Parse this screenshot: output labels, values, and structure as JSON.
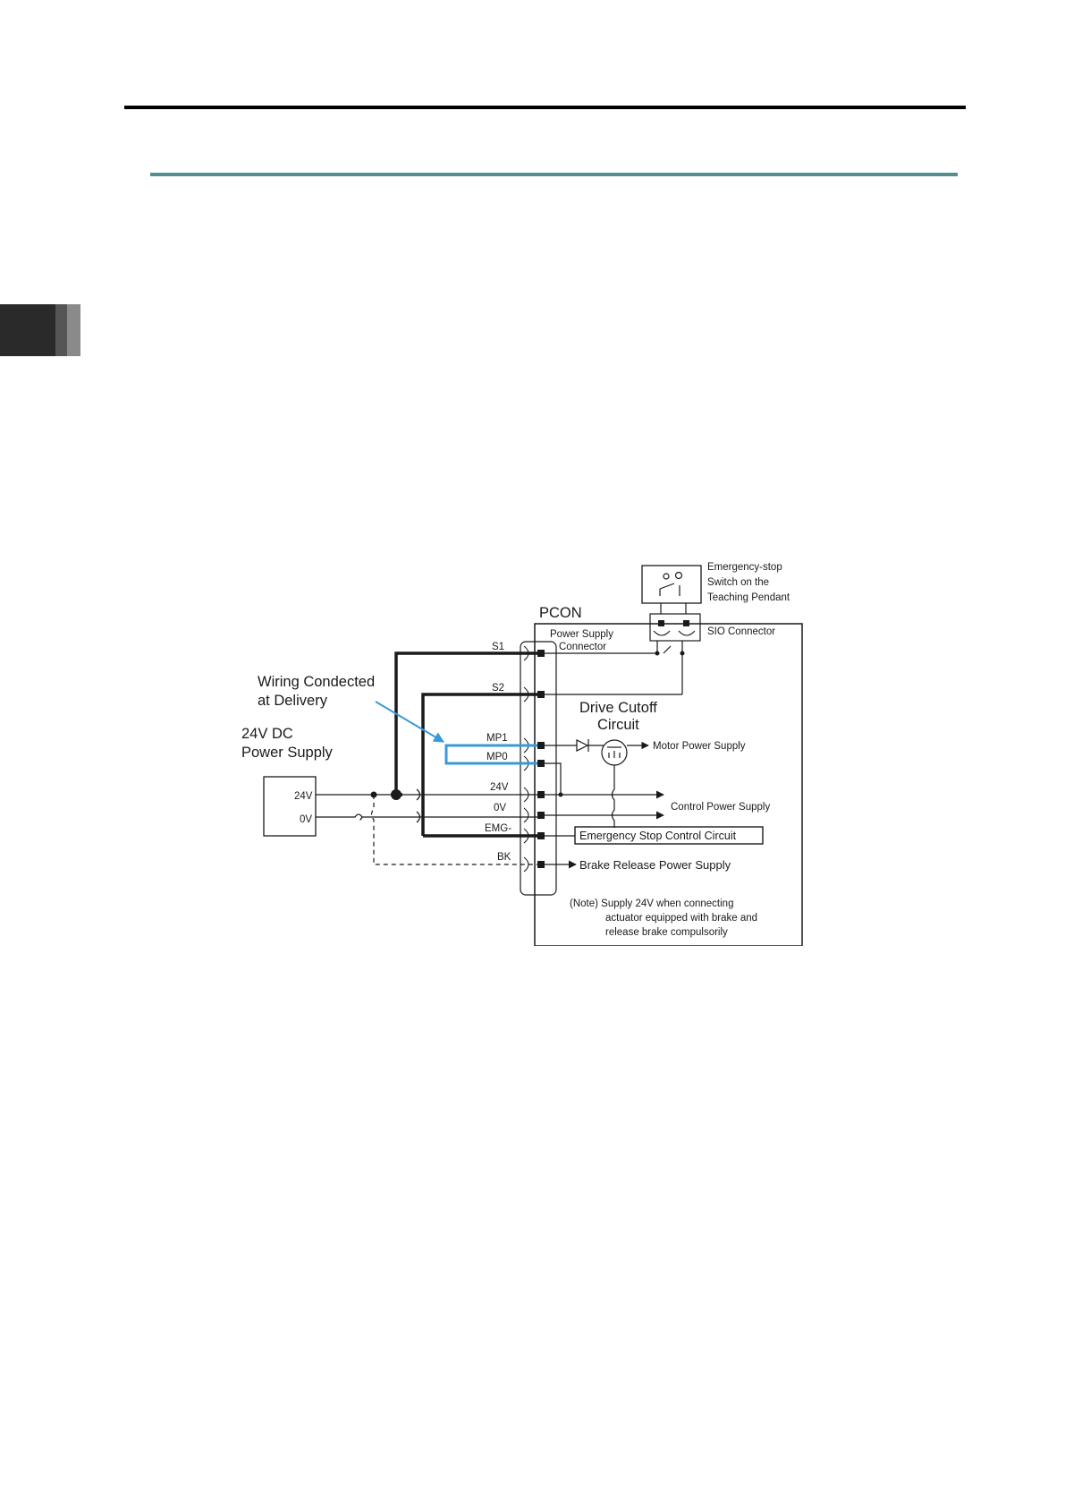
{
  "diagram": {
    "pendant_label": [
      "Emergency-stop",
      "Switch on the",
      "Teaching Pendant"
    ],
    "controller_label": "PCON",
    "power_connector_label": [
      "Power Supply",
      "Connector"
    ],
    "sio_connector_label": "SIO Connector",
    "delivery_label": [
      "Wiring Condected",
      "at Delivery"
    ],
    "supply_label": [
      "24V DC",
      "Power Supply"
    ],
    "supply_terminals": [
      "24V",
      "0V"
    ],
    "drive_cutoff_label": [
      "Drive Cutoff",
      "Circuit"
    ],
    "pins": [
      "S1",
      "S2",
      "MP1",
      "MP0",
      "24V",
      "0V",
      "EMG-",
      "BK"
    ],
    "motor_power_label": "Motor Power Supply",
    "control_power_label": "Control Power Supply",
    "emg_circuit_label": "Emergency Stop Control Circuit",
    "brake_label": "Brake Release Power Supply",
    "note_lines": [
      "(Note) Supply 24V when connecting",
      "actuator equipped with brake and",
      "release brake compulsorily"
    ],
    "delivery_wire_color": "#3a9ad9"
  }
}
